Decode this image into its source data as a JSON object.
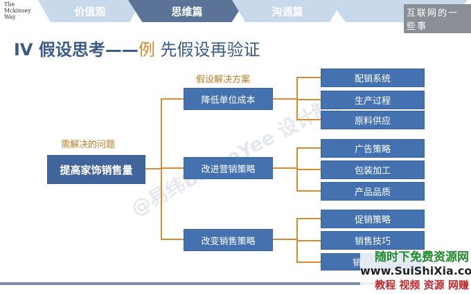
{
  "logo": "The Mckinsey Way",
  "tabs": [
    {
      "label": "价值观"
    },
    {
      "label": "思维篇",
      "active": true
    },
    {
      "label": "沟通篇"
    },
    {
      "label": ""
    }
  ],
  "corner_watermark": "互联网的一些事",
  "title": {
    "main": "IV 假设思考——",
    "example": "例",
    "rest": " 先假设再验证"
  },
  "labels": {
    "problem": "需解决的问题",
    "solution": "假设解决方案"
  },
  "root": "提高家饰销售量",
  "branches": [
    {
      "label": "降低单位成本",
      "children": [
        "配销系统",
        "生产过程",
        "原料供应"
      ]
    },
    {
      "label": "改进营销策略",
      "children": [
        "广告策略",
        "包装加工",
        "产品品质"
      ]
    },
    {
      "label": "改变销售策略",
      "children": [
        "促销策略",
        "销售技巧",
        "销"
      ]
    }
  ],
  "watermark": "@易纬BruceYee 设计制作",
  "site_watermark": {
    "line1": "随时下免费资源网",
    "line2": "www.SuiShiXia.com",
    "line3": "教程 视频 资源 网赚"
  },
  "colors": {
    "box": "#4472b0",
    "line": "#d98a2a",
    "title": "#3a5a8a"
  }
}
